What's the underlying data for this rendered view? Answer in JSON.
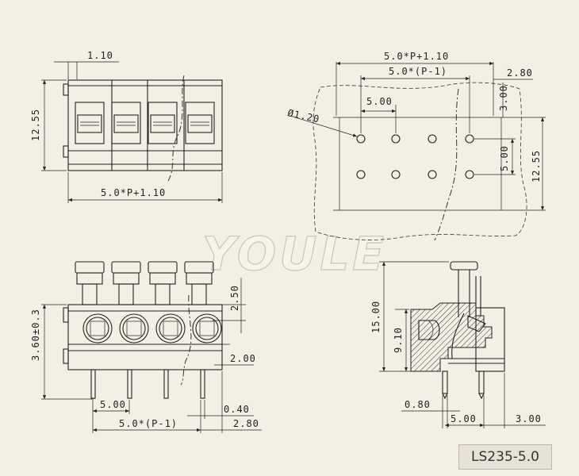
{
  "watermark": "YOULE",
  "model_label": "LS235-5.0",
  "top_view": {
    "dim_top": "1.10",
    "dim_height": "12.55",
    "dim_bottom": "5.0*P+1.10"
  },
  "pcb_layout": {
    "dim_total": "5.0*P+1.10",
    "dim_pitch_span": "5.0*(P-1)",
    "dim_edge": "2.80",
    "dim_top_offset": "3.00",
    "dim_pitch": "5.00",
    "dim_hole": "Ø1.20",
    "dim_row": "5.00",
    "dim_height": "12.55"
  },
  "front_view": {
    "dim_height": "3.60±0.3",
    "dim_top": "2.50",
    "dim_mid": "2.00",
    "dim_pitch": "5.00",
    "dim_pin": "0.40",
    "dim_span": "5.0*(P-1)",
    "dim_edge": "2.80"
  },
  "side_view": {
    "dim_total": "15.00",
    "dim_body": "9.10",
    "dim_pin": "0.80",
    "dim_pitch": "5.00",
    "dim_edge": "3.00"
  }
}
